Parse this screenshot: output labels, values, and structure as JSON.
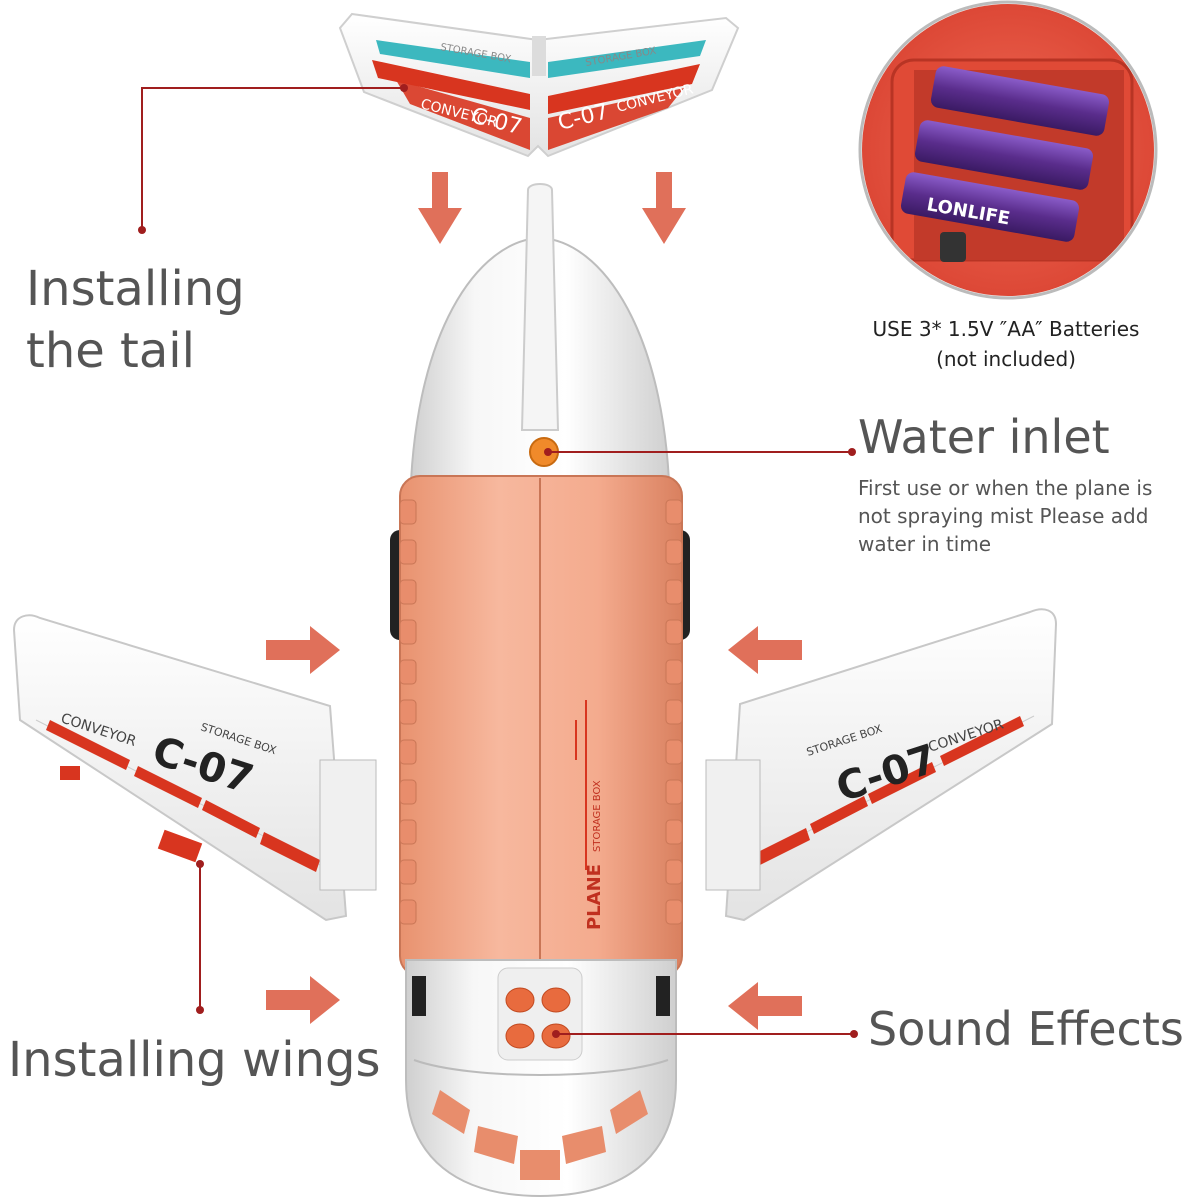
{
  "captions": {
    "tail_line1": "Installing",
    "tail_line2": "the tail",
    "water_title": "Water inlet",
    "water_desc": "First use or when the plane is not spraying mist Please add water in time",
    "wings": "Installing wings",
    "sound": "Sound Effects",
    "battery_line1": "USE 3* 1.5V ″AA″ Batteries",
    "battery_line2": "(not included)"
  },
  "decals": {
    "conveyor": "CONVEYOR",
    "model": "C-07",
    "storage_box": "STORAGE BOX",
    "plane": "PLANE",
    "battery_label": "LONLIFE"
  },
  "colors": {
    "caption_text": "#555555",
    "leader_line": "#a01e1e",
    "arrow": "#e0705a",
    "fuselage_cargo": "#f3a98c",
    "wing_stripe_red": "#d8351f",
    "tail_stripe_teal": "#3cb8bf",
    "battery_purple": "#5a2d8c",
    "battery_case": "#e84a3a"
  }
}
